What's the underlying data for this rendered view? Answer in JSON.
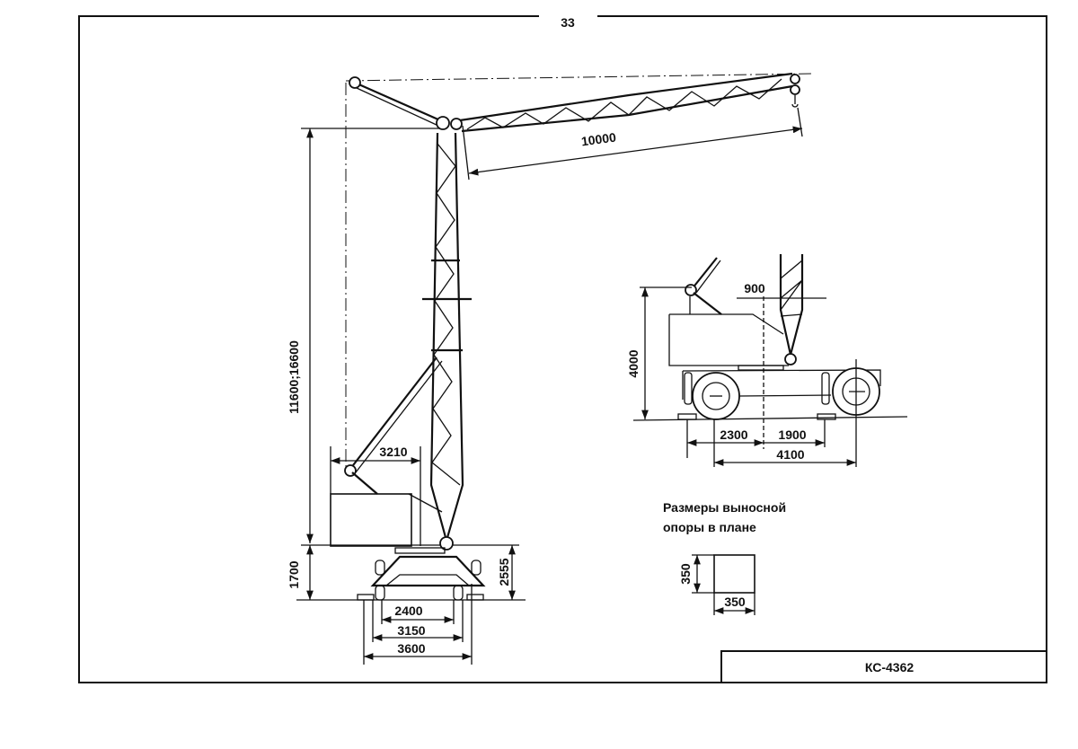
{
  "page_number": "33",
  "title_block": "КС-4362",
  "main_view": {
    "boom_length": "10000",
    "height": "11600;16600",
    "base_height": "1700",
    "counterweight_reach": "3210",
    "pivot_height": "2555",
    "track_2400": "2400",
    "track_3150": "3150",
    "track_3600": "3600"
  },
  "side_view": {
    "height": "4000",
    "offset": "900",
    "dim_2300": "2300",
    "dim_1900": "1900",
    "dim_4100": "4100"
  },
  "outrigger": {
    "caption_line1": "Размеры выносной",
    "caption_line2": "опоры в плане",
    "height": "350",
    "width": "350"
  }
}
